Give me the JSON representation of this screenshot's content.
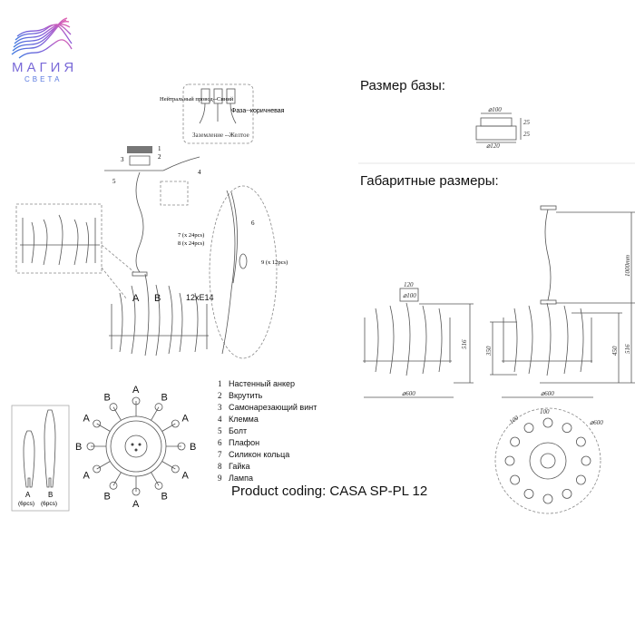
{
  "logo": {
    "line1": "МАГИЯ",
    "line2": "СВЕТА",
    "colors": [
      "#e060b0",
      "#8a5ad8",
      "#3f7be0"
    ]
  },
  "headings": {
    "base_size": "Размер базы:",
    "overall_size": "Габаритные размеры:"
  },
  "base_dims": {
    "top_diameter": "⌀100",
    "bottom_diameter": "⌀120",
    "h1": "25",
    "h2": "25"
  },
  "wiring": {
    "neutral": "Нейтральный провод--Синий",
    "phase": "Фаза--коричневая",
    "ground": "Заземление --Желтое",
    "callouts": [
      "1",
      "2",
      "3",
      "4",
      "5",
      "6",
      "7 (x 24pcs)",
      "8 (x 24pcs)",
      "9 (x 12pcs)"
    ]
  },
  "lamp_label": "12xE14",
  "main_labels": {
    "a": "A",
    "b": "B"
  },
  "star_labels": [
    "A",
    "B",
    "A",
    "B",
    "A",
    "B",
    "A",
    "B",
    "A",
    "B",
    "A",
    "B"
  ],
  "shades": [
    {
      "letter": "A",
      "qty": "(6pcs)"
    },
    {
      "letter": "B",
      "qty": "(6pcs)"
    }
  ],
  "parts": [
    {
      "n": "1",
      "name": "Настенный анкер"
    },
    {
      "n": "2",
      "name": "Вкрутить"
    },
    {
      "n": "3",
      "name": "Самонарезающий винт"
    },
    {
      "n": "4",
      "name": "Клемма"
    },
    {
      "n": "5",
      "name": "Болт"
    },
    {
      "n": "6",
      "name": "Плафон"
    },
    {
      "n": "7",
      "name": "Силикон кольца"
    },
    {
      "n": "8",
      "name": "Гайка"
    },
    {
      "n": "9",
      "name": "Лампа"
    }
  ],
  "product_coding": "Product coding: CASA SP-PL 12",
  "dims": {
    "ceiling_w": "120",
    "ceiling_d": "⌀100",
    "height_a": "516",
    "width_a": "⌀600",
    "chain": "1000mm",
    "height_b1": "350",
    "height_b2": "450",
    "height_b3": "516",
    "width_b": "⌀600",
    "top_a": "100",
    "top_b": "100",
    "top_d": "⌀600"
  }
}
